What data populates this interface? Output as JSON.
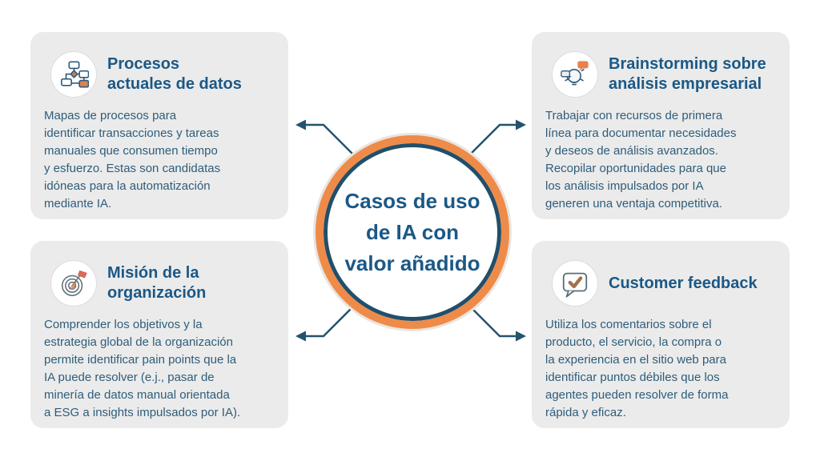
{
  "center": {
    "title": "Casos de uso\nde IA con\nvalor añadido"
  },
  "cards": [
    {
      "id": "procesos-actuales-de-datos",
      "icon": "flowchart-icon",
      "title": "Procesos\nactuales de datos",
      "body": "Mapas de procesos para\nidentificar transacciones y tareas\nmanuales que consumen tiempo\ny esfuerzo. Estas son candidatas\nidóneas para la automatización\nmediante IA."
    },
    {
      "id": "brainstorming-analisis-empresarial",
      "icon": "brainstorm-icon",
      "title": "Brainstorming sobre\nanálisis empresarial",
      "body": "Trabajar con recursos de primera\nlínea para documentar necesidades\ny deseos de análisis avanzados.\nRecopilar oportunidades para que\nlos análisis impulsados por IA\ngeneren una ventaja competitiva."
    },
    {
      "id": "mision-de-la-organizacion",
      "icon": "target-icon",
      "title": "Misión de la\norganización",
      "body": "Comprender los objetivos y la\nestrategia global de la organización\npermite identificar pain points que la\nIA puede resolver (e.j., pasar de\nminería de datos manual orientada\na ESG a insights impulsados por IA)."
    },
    {
      "id": "customer-feedback",
      "icon": "feedback-icon",
      "title": "Customer feedback",
      "body": "Utiliza los comentarios sobre el\nproducto, el servicio, la compra o\nla experiencia en el sitio web para\nidentificar puntos débiles que los\nagentes pueden resolver de forma\nrápida y eficaz."
    }
  ],
  "colors": {
    "accent_orange": "#ef8b48",
    "ring_navy": "#214f6b",
    "halo": "#e9e5e1",
    "title_blue": "#1b5886",
    "body_text": "#2e5d7a",
    "card_bg": "#ebebeb",
    "canvas_bg": "#ffffff",
    "arrow": "#24536f",
    "icon_border": "#dcdcdc"
  }
}
